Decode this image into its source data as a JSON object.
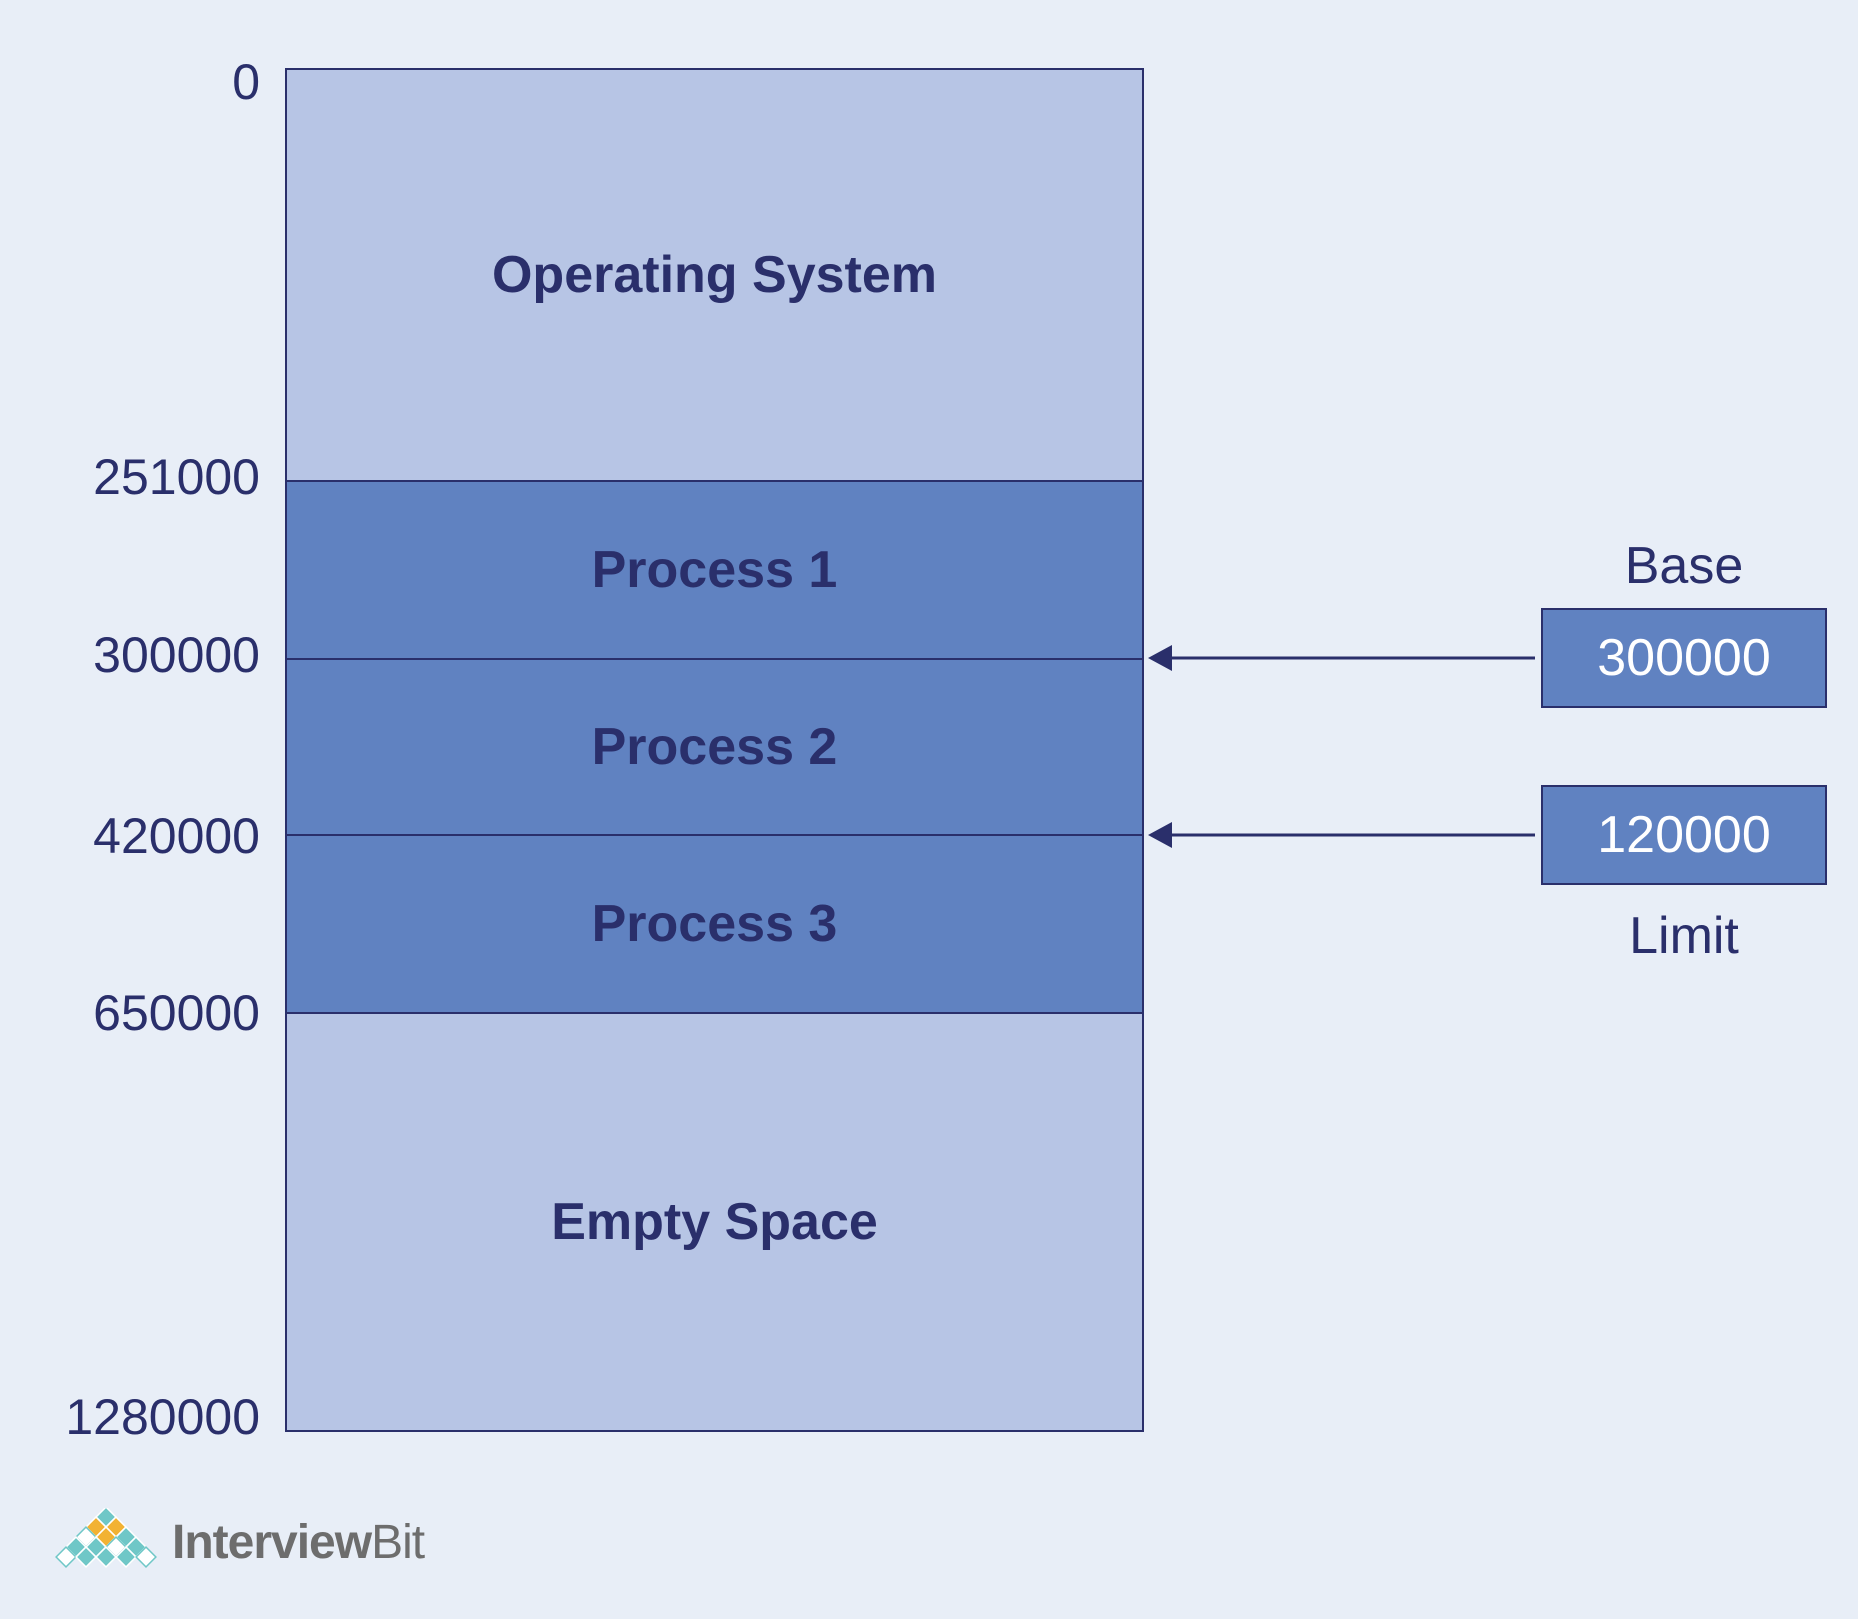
{
  "memory": {
    "addresses": [
      "0",
      "251000",
      "300000",
      "420000",
      "650000",
      "1280000"
    ],
    "blocks": {
      "os": "Operating System",
      "p1": "Process 1",
      "p2": "Process 2",
      "p3": "Process 3",
      "empty": "Empty Space"
    }
  },
  "registers": {
    "base": {
      "label": "Base",
      "value": "300000"
    },
    "limit": {
      "label": "Limit",
      "value": "120000"
    }
  },
  "logo": {
    "bold": "Interview",
    "light": "Bit"
  },
  "colors": {
    "background": "#e8eef7",
    "light_block": "#b7c5e5",
    "dark_block": "#6082c1",
    "text": "#2a2f6b",
    "arrow": "#2a2f6b"
  }
}
